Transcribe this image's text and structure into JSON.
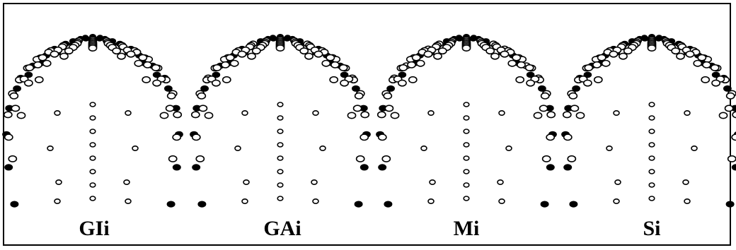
{
  "figure": {
    "panels": [
      {
        "id": "gli",
        "label": "GIi"
      },
      {
        "id": "gai",
        "label": "GAi"
      },
      {
        "id": "mi",
        "label": "Mi"
      },
      {
        "id": "si",
        "label": "Si"
      }
    ],
    "colors": {
      "stroke": "#000000",
      "filled": "#000000",
      "hollow": "#ffffff"
    }
  }
}
